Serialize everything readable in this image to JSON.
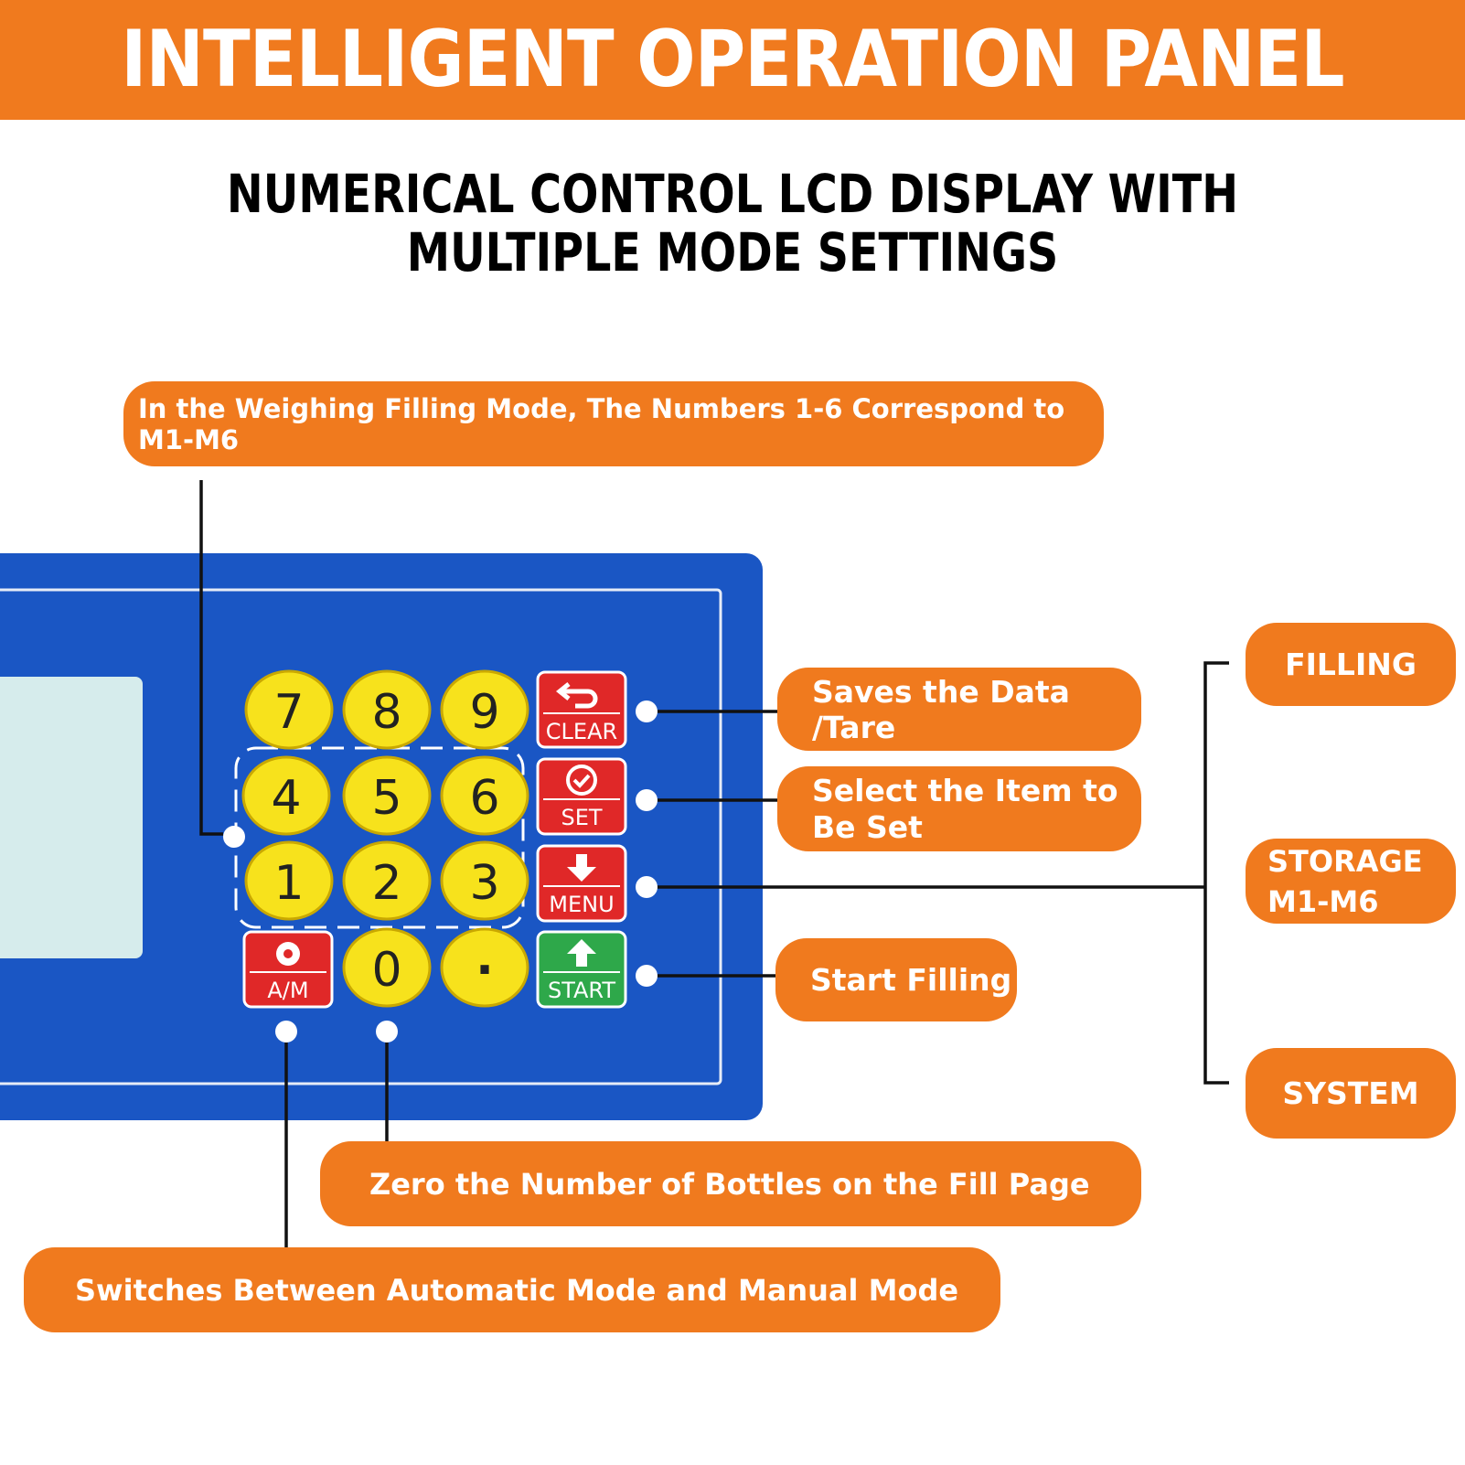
{
  "header": {
    "title": "INTELLIGENT OPERATION PANEL",
    "subtitle_line1": "NUMERICAL CONTROL LCD DISPLAY WITH",
    "subtitle_line2": "MULTIPLE MODE SETTINGS"
  },
  "callouts": {
    "weighing_mode": "In the Weighing Filling Mode, The Numbers 1-6 Correspond to M1-M6",
    "clear": "Saves the Data /Tare",
    "set_line1": "Select the Item to",
    "set_line2": "Be Set",
    "start": "Start Filling",
    "zero": "Zero the Number of Bottles on the Fill Page",
    "am": "Switches Between Automatic Mode and Manual Mode"
  },
  "menu_options": {
    "filling": "FILLING",
    "storage_line1": "STORAGE",
    "storage_line2": "M1-M6",
    "system": "SYSTEM"
  },
  "keypad": {
    "k7": "7",
    "k8": "8",
    "k9": "9",
    "k4": "4",
    "k5": "5",
    "k6": "6",
    "k1": "1",
    "k2": "2",
    "k3": "3",
    "k0": "0",
    "kdot": "·",
    "clear": "CLEAR",
    "set": "SET",
    "menu": "MENU",
    "start": "START",
    "am": "A/M"
  },
  "colors": {
    "orange": "#f07a1e",
    "panel_blue": "#1a56c4",
    "key_yellow": "#f7e21c",
    "key_red": "#e02828",
    "key_green": "#2ea84a"
  }
}
